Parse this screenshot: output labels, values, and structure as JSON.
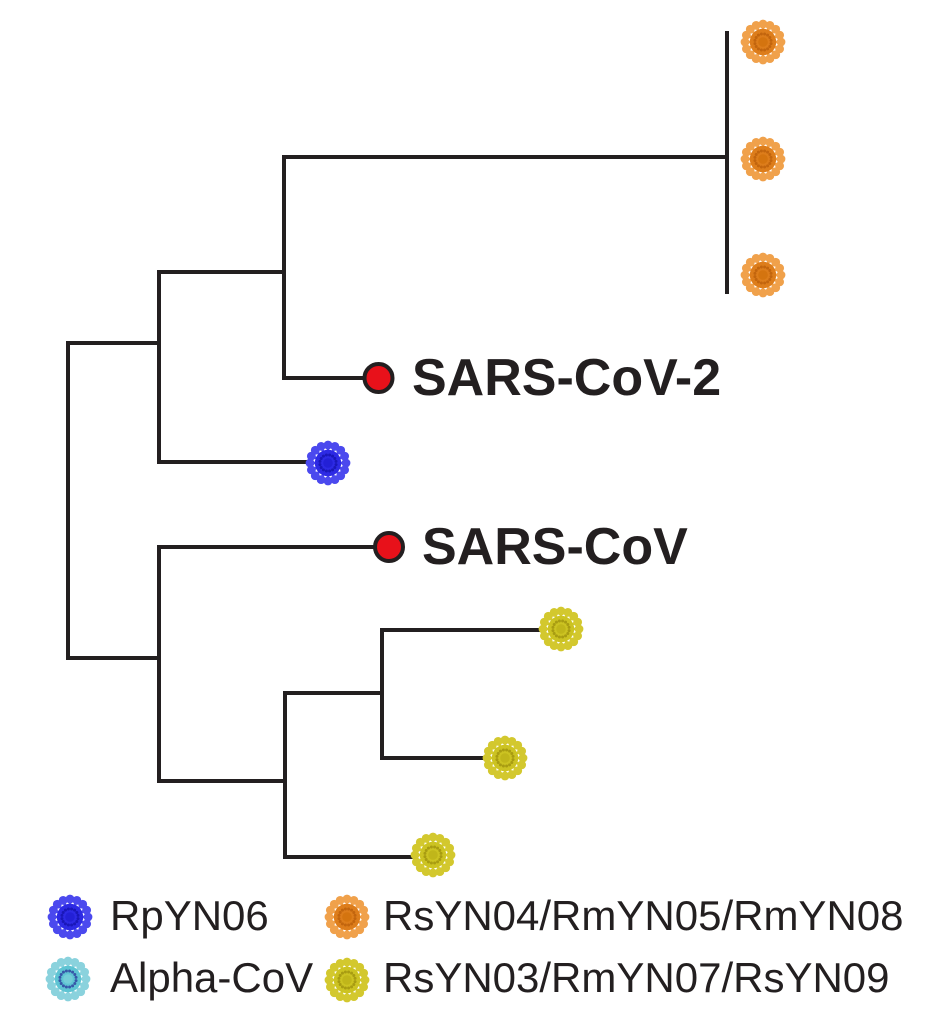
{
  "figure": {
    "type": "phylogenetic-tree",
    "description": "Unrooted-style cladogram: (((orange clade of 3 tips, SARS-CoV-2), RpYN06), (SARS-CoV, (yellow clade of 3 tips)))"
  },
  "tree": {
    "tips": {
      "sars_cov_2": {
        "label": "SARS-CoV-2",
        "marker": "red-dot"
      },
      "sars_cov": {
        "label": "SARS-CoV",
        "marker": "red-dot"
      },
      "orange_clade": {
        "label": "RsYN04/RmYN05/RmYN08",
        "marker": "orange-virus-icon",
        "tip_count": 3
      },
      "blue_tip": {
        "label": "RpYN06",
        "marker": "blue-virus-icon",
        "tip_count": 1
      },
      "yellow_clade": {
        "label": "RsYN03/RmYN07/RsYN09",
        "marker": "olive-virus-icon",
        "tip_count": 3
      }
    }
  },
  "legend": {
    "items": [
      {
        "id": "rpyn06",
        "icon": "blue-virus-icon",
        "label": "RpYN06"
      },
      {
        "id": "rsyn04_group",
        "icon": "orange-virus-icon",
        "label": "RsYN04/RmYN05/RmYN08"
      },
      {
        "id": "alpha_cov",
        "icon": "cyan-virus-icon",
        "label": "Alpha-CoV"
      },
      {
        "id": "rsyn03_group",
        "icon": "olive-virus-icon",
        "label": "RsYN03/RmYN07/RsYN09"
      }
    ]
  },
  "colors": {
    "branch": "#231f20",
    "text": "#231f20",
    "node_dot_red": "#e8111a",
    "virus_blue": {
      "dots": "#4b49ee",
      "disc": "#2d2ae4",
      "inner": "#1a17b8",
      "core": "#2320d6"
    },
    "virus_orange": {
      "dots": "#f0a14b",
      "disc": "#dd7d1b",
      "inner": "#c2650e",
      "core": "#d4740f"
    },
    "virus_cyan": {
      "dots": "#8ad2dd",
      "disc": "#5ec4d3",
      "inner": "#3757a8",
      "core": "#74cdd8"
    },
    "virus_olive": {
      "dots": "#d3c82e",
      "disc": "#ccc322",
      "inner": "#a89c12",
      "core": "#c0b61a"
    }
  }
}
